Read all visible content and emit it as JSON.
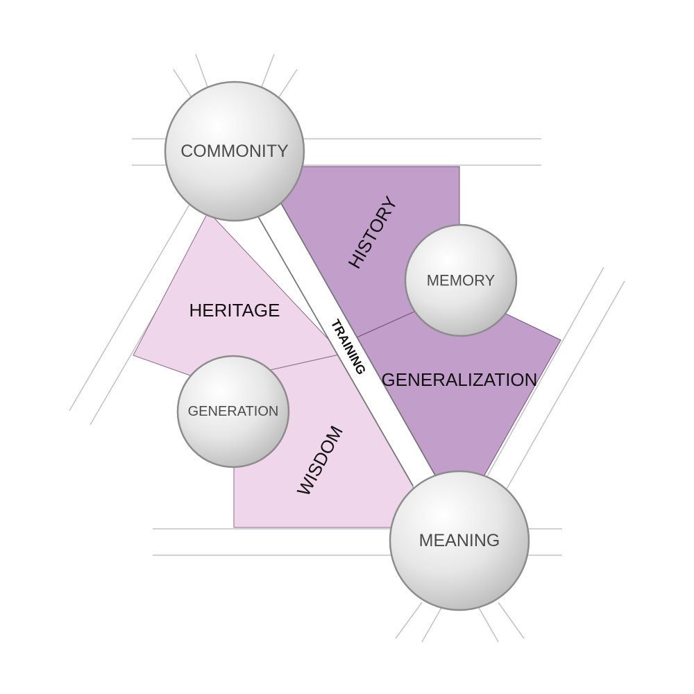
{
  "colors": {
    "light_region": "#efd6ea",
    "dark_region": "#c29ecb",
    "road_line": "#b8b8b8",
    "node_edge": "#8c8c8c"
  },
  "nodes": {
    "commonity": "COMMONITY",
    "memory": "MEMORY",
    "generation": "GENERATION",
    "meaning": "MEANING"
  },
  "regions": {
    "heritage": "HERITAGE",
    "wisdom": "WISDOM",
    "history": "HISTORY",
    "generalization": "GENERALIZATION"
  },
  "roads": {
    "training": "TRAINING"
  }
}
